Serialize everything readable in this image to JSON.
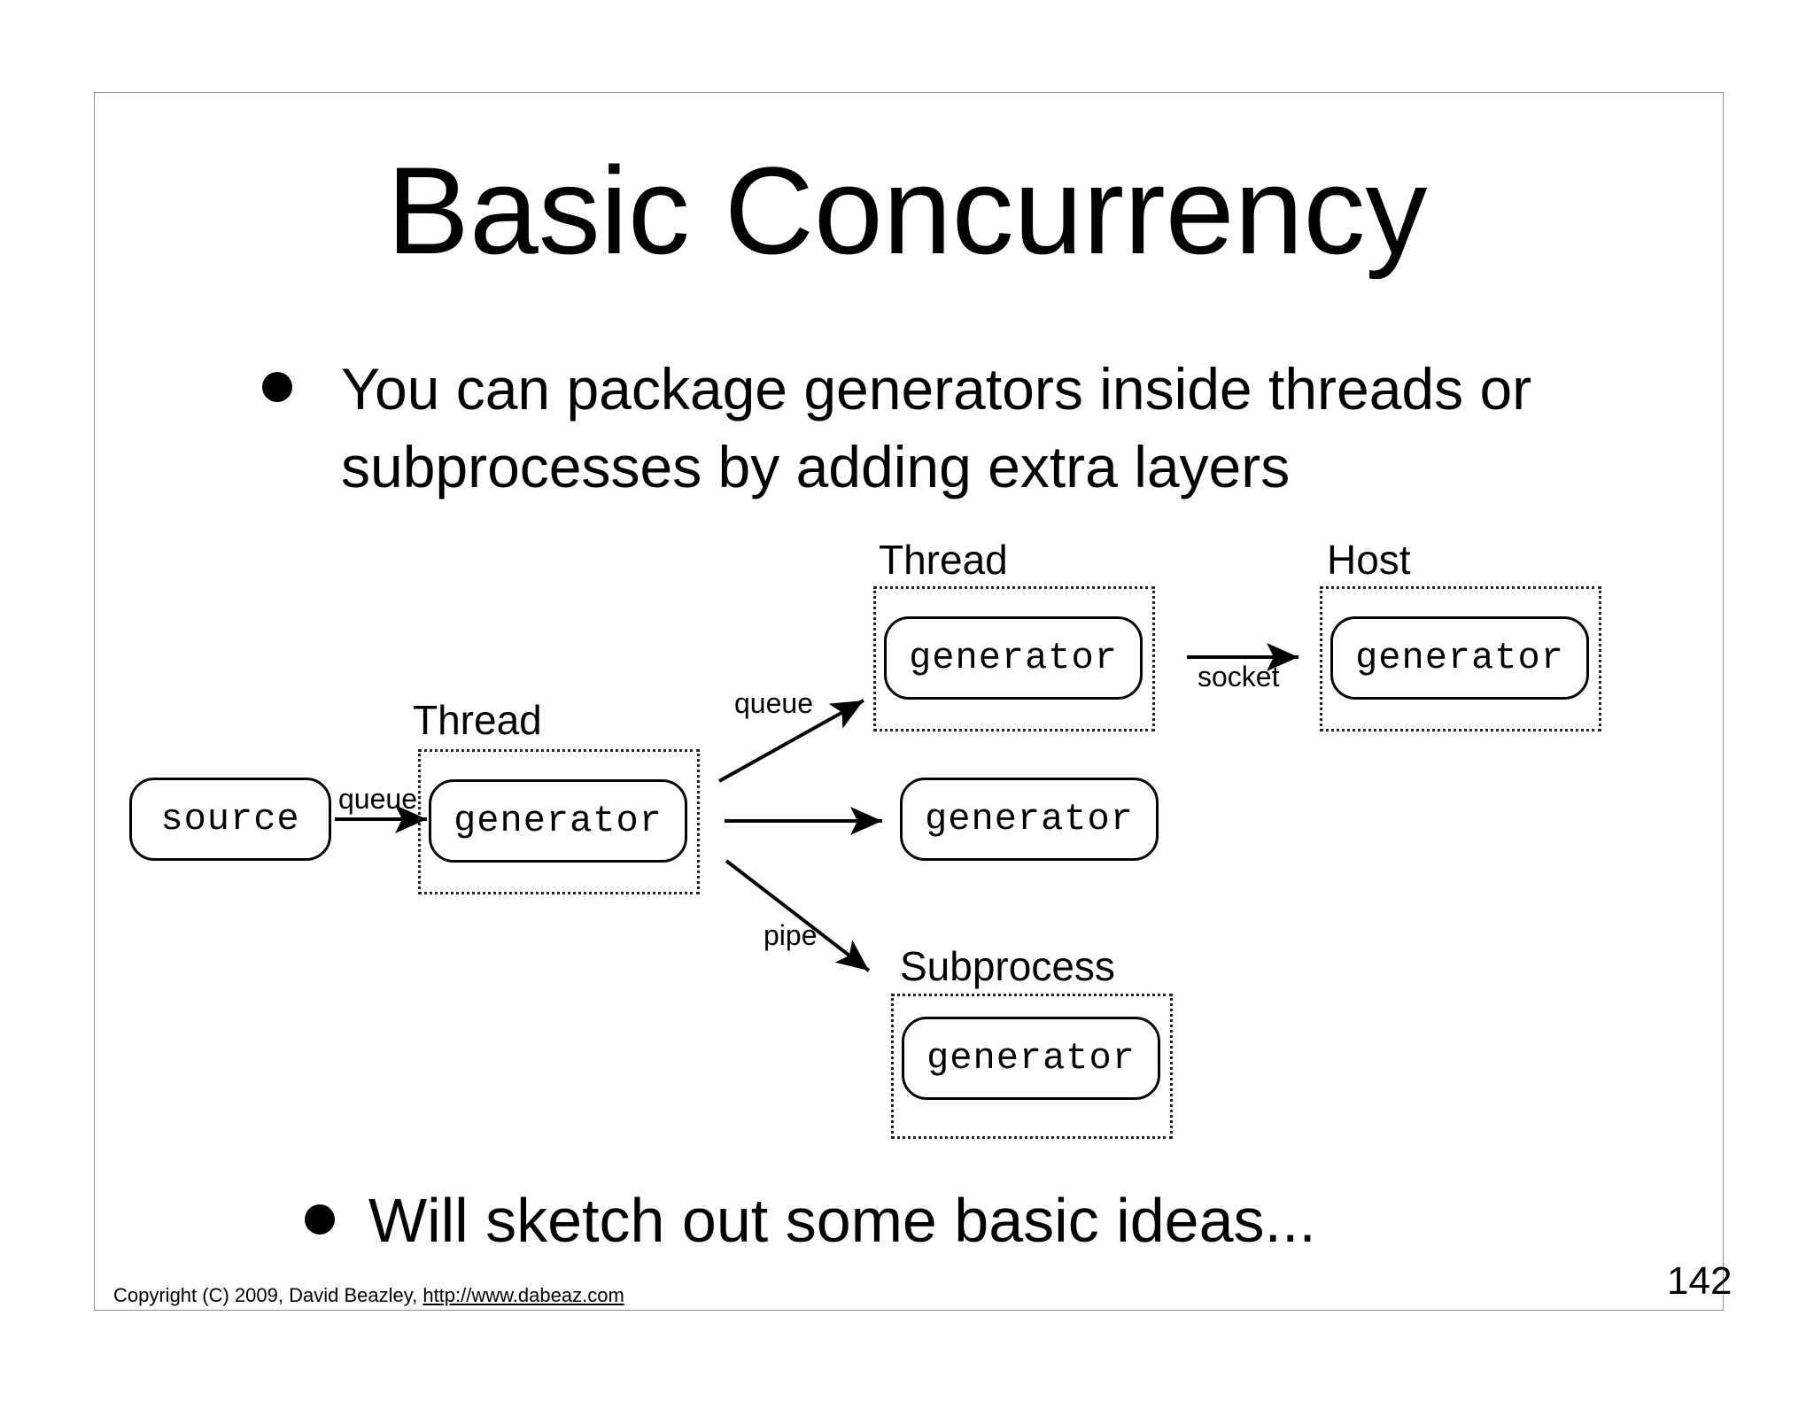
{
  "title": "Basic Concurrency",
  "bullets": [
    "You can package generators inside threads or subprocesses by adding extra layers",
    "Will sketch out some basic ideas..."
  ],
  "diagram": {
    "groups": {
      "thread_main": "Thread",
      "thread_top": "Thread",
      "host": "Host",
      "subprocess": "Subprocess"
    },
    "nodes": {
      "source": "source",
      "generator_main": "generator",
      "generator_thread_top": "generator",
      "generator_host": "generator",
      "generator_middle": "generator",
      "generator_subprocess": "generator"
    },
    "edges": {
      "source_to_main": "queue",
      "main_to_top": "queue",
      "top_to_host": "socket",
      "main_to_subprocess": "pipe"
    }
  },
  "footer": {
    "copyright": "Copyright (C) 2009,  David Beazley,",
    "link": "http://www.dabeaz.com"
  },
  "page_number": "142"
}
